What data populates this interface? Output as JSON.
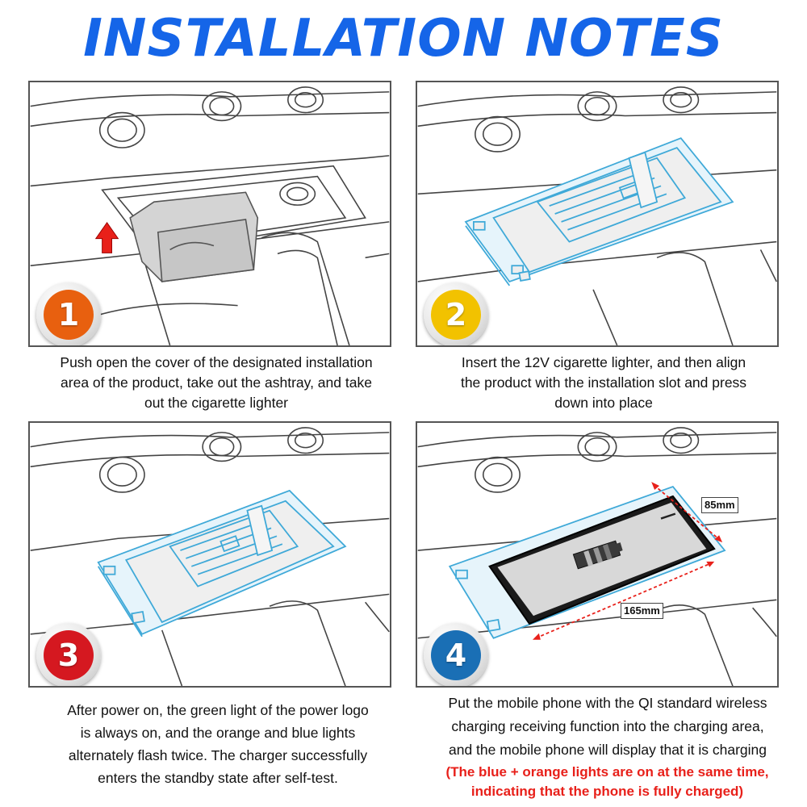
{
  "title": "INSTALLATION NOTES",
  "colors": {
    "title": "#1565e8",
    "line_art": "#444444",
    "product_outline": "#3fa9d8",
    "arrow": "#e8201a",
    "note_red": "#e8201a",
    "badge_1": "#e8600f",
    "badge_2": "#f2c200",
    "badge_3": "#d51820",
    "badge_4": "#1a6fb5"
  },
  "steps": [
    {
      "number": "1",
      "lines": [
        "Push open the cover of the designated installation",
        "area of the product, take out the ashtray, and take",
        "out the cigarette lighter"
      ]
    },
    {
      "number": "2",
      "lines": [
        "Insert the 12V cigarette lighter, and then align",
        "the product with the installation slot and press",
        "down into place"
      ]
    },
    {
      "number": "3",
      "lines": [
        "After power on, the green light of the power logo",
        "is always on, and the orange and blue lights",
        "alternately flash twice. The charger successfully",
        "enters the standby state after self-test."
      ]
    },
    {
      "number": "4",
      "lines": [
        "Put the mobile phone with the QI standard wireless",
        "charging receiving function into the charging area,",
        "and the mobile phone will display that it is charging"
      ]
    }
  ],
  "note": {
    "lines": [
      "(The blue + orange lights are on at the same time,",
      "indicating that the phone is fully charged)"
    ]
  },
  "dimensions": {
    "width_label": "85mm",
    "length_label": "165mm"
  }
}
